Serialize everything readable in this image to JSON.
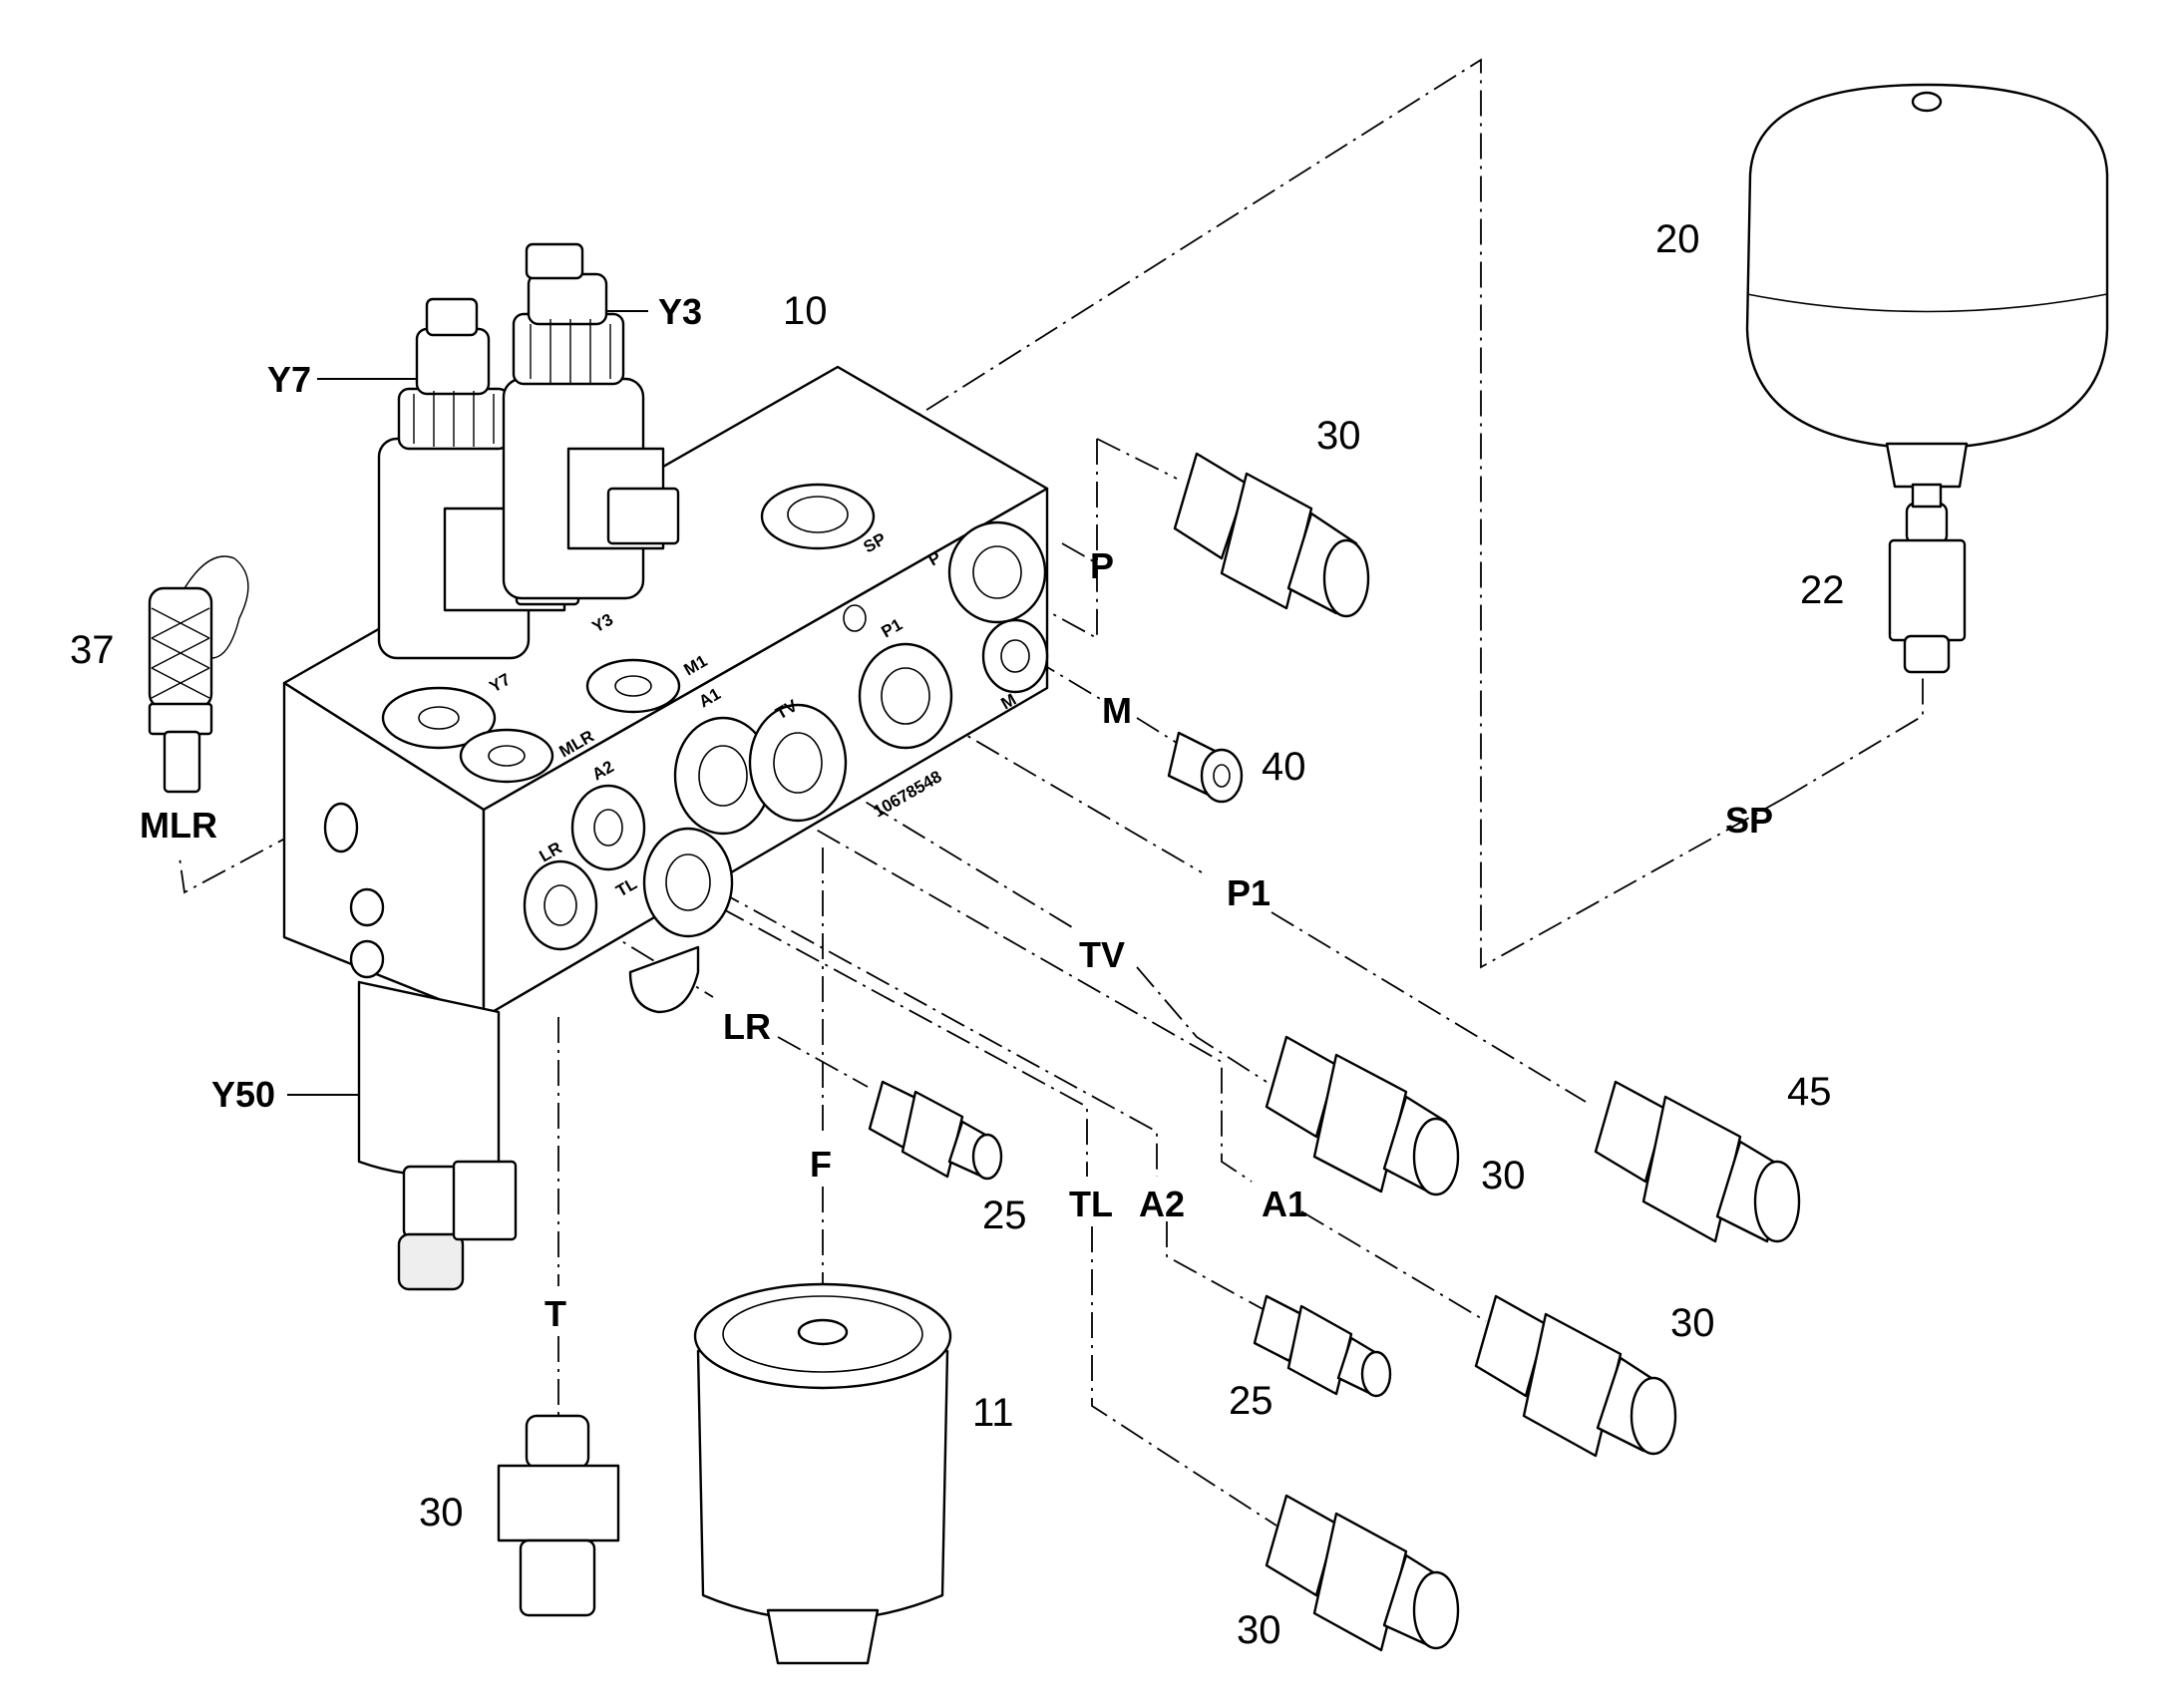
{
  "callouts": {
    "n10": "10",
    "n11": "11",
    "n20": "20",
    "n22": "22",
    "n37": "37",
    "n40": "40",
    "n45": "45",
    "n25": "25",
    "n30": "30"
  },
  "port_labels": {
    "Y7": "Y7",
    "Y3": "Y3",
    "Y50": "Y50",
    "MLR": "MLR",
    "P": "P",
    "M": "M",
    "P1": "P1",
    "TV": "TV",
    "A1": "A1",
    "A2": "A2",
    "TL": "TL",
    "LR": "LR",
    "F": "F",
    "T": "T",
    "SP": "SP"
  },
  "block_engravings": {
    "sp": "SP",
    "p": "P",
    "p1": "P1",
    "m": "M",
    "m1": "M1",
    "y3": "Y3",
    "y7": "Y7",
    "mlr": "MLR",
    "a1": "A1",
    "a2": "A2",
    "tv": "TV",
    "tl": "TL",
    "lr": "LR",
    "serial": "10678548"
  }
}
